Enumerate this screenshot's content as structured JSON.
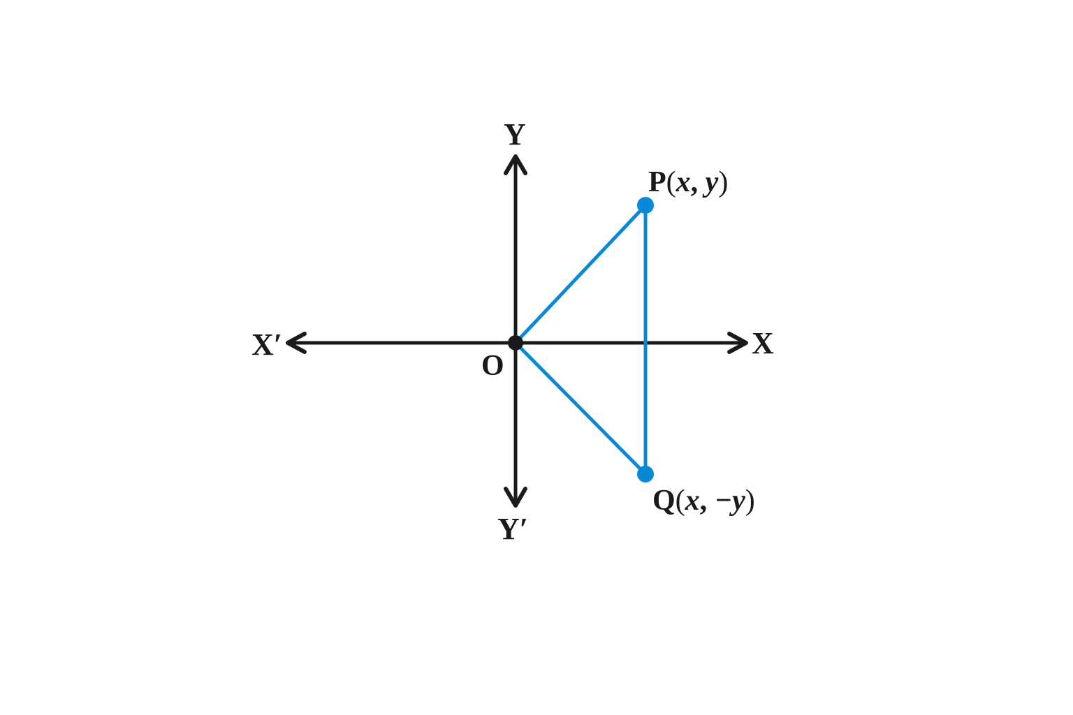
{
  "colors": {
    "axis": "#1a1a1a",
    "segment": "#0a88d8",
    "background": "#ffffff"
  },
  "axes": {
    "x_positive_label": "X",
    "x_negative_label": "X′",
    "y_positive_label": "Y",
    "y_negative_label": "Y′",
    "origin_label": "O"
  },
  "points": {
    "P": {
      "name": "P",
      "open": "(",
      "x": "x",
      "sep": ", ",
      "y": "y",
      "close": ")"
    },
    "Q": {
      "name": "Q",
      "open": "(",
      "x": "x",
      "sep": ", ",
      "y": "−y",
      "close": ")"
    }
  },
  "description": "Reflection of point P(x, y) in the x-axis gives Q(x, −y); segments OP, OQ and PQ drawn."
}
